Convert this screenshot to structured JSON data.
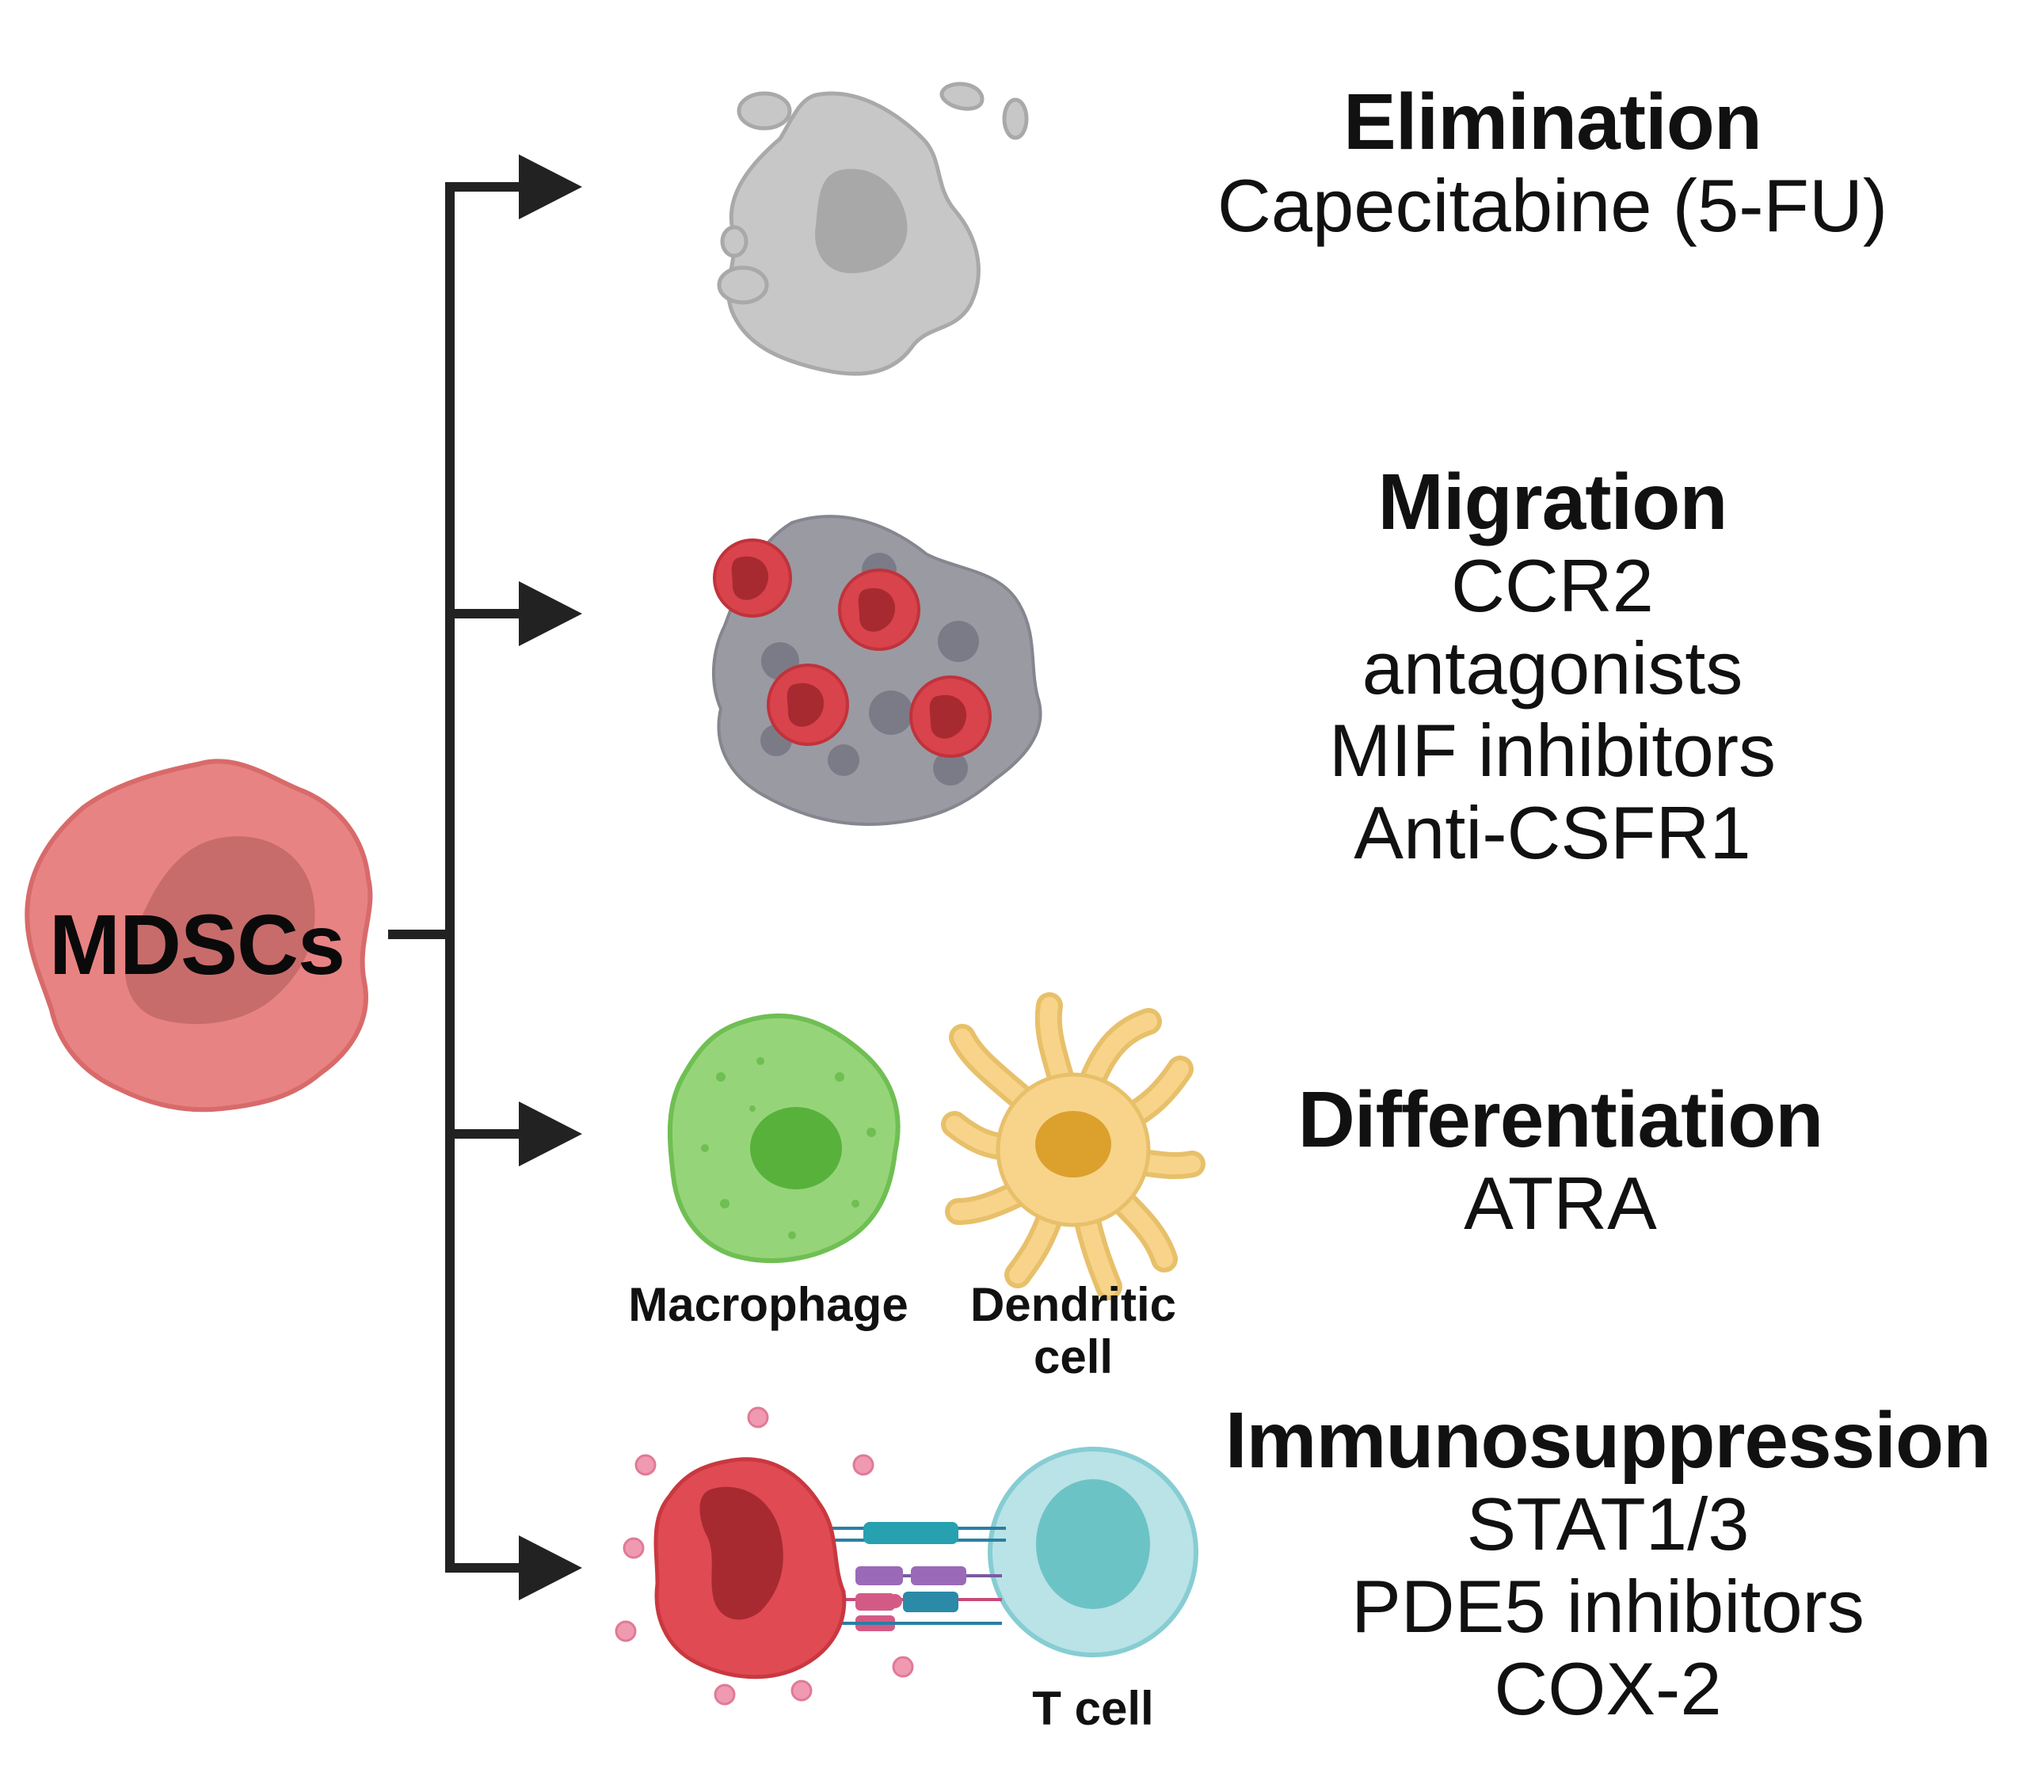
{
  "source": {
    "label": "MDSCs",
    "colors": {
      "body": "#e88383",
      "edge": "#d86a6a",
      "nucleus": "#c46868"
    }
  },
  "branches": [
    {
      "title": "Elimination",
      "items": [
        "Capecitabine (5-FU)"
      ],
      "icon": "apoptotic-cell-icon"
    },
    {
      "title": "Migration",
      "items": [
        "CCR2",
        "antagonists",
        "MIF inhibitors",
        "Anti-CSFR1"
      ],
      "icon": "tumor-infiltration-icon"
    },
    {
      "title": "Differentiation",
      "items": [
        "ATRA"
      ],
      "icon": "macrophage-dendritic-cell-icon",
      "cell_labels": [
        "Macrophage",
        "Dendritic",
        "cell"
      ]
    },
    {
      "title": "Immunosuppression",
      "items": [
        "STAT1/3",
        "PDE5 inhibitors",
        "COX-2"
      ],
      "icon": "mdsc-tcell-interaction-icon",
      "cell_labels": [
        "T cell"
      ]
    }
  ],
  "colors": {
    "arrow": "#222222",
    "dying_cell": "#c7c7c7",
    "tumor": "#9a9aa3",
    "red_cell": "#d9434b",
    "macrophage": "#96d47a",
    "dendritic": "#f7d48a",
    "tcell": "#b9e3e6"
  }
}
